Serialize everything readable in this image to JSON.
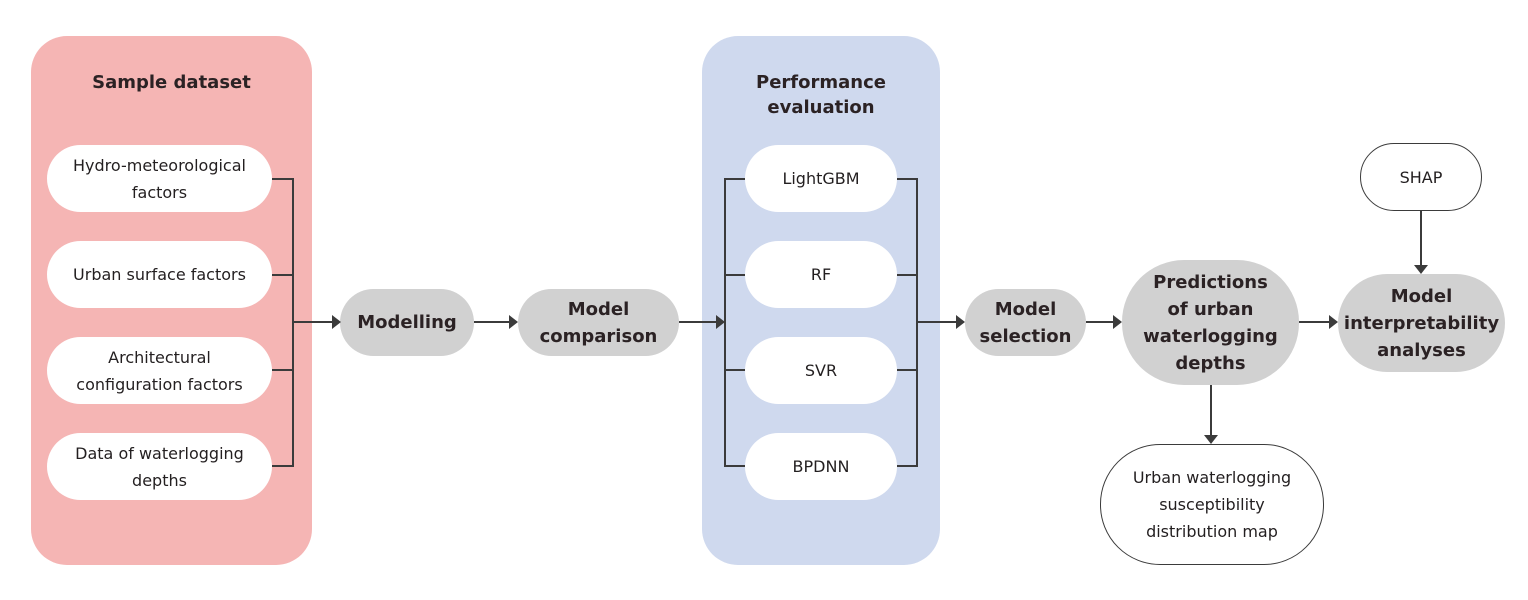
{
  "sample_dataset": {
    "title": "Sample dataset",
    "items": [
      {
        "line1": "Hydro-meteorological",
        "line2": "factors"
      },
      {
        "line1": "Urban surface factors",
        "line2": ""
      },
      {
        "line1": "Architectural",
        "line2": "configuration factors"
      },
      {
        "line1": "Data of waterlogging",
        "line2": "depths"
      }
    ]
  },
  "modelling": {
    "label": "Modelling"
  },
  "model_comparison": {
    "line1": "Model",
    "line2": "comparison"
  },
  "performance_evaluation": {
    "title_line1": "Performance",
    "title_line2": "evaluation",
    "models": [
      "LightGBM",
      "RF",
      "SVR",
      "BPDNN"
    ]
  },
  "model_selection": {
    "line1": "Model",
    "line2": "selection"
  },
  "predictions": {
    "line1": "Predictions",
    "line2": "of urban",
    "line3": "waterlogging",
    "line4": "depths"
  },
  "shap": {
    "label": "SHAP"
  },
  "interpretability": {
    "line1": "Model",
    "line2": "interpretability",
    "line3": "analyses"
  },
  "susceptibility_map": {
    "line1": "Urban waterlogging",
    "line2": "susceptibility",
    "line3": "distribution map"
  },
  "colors": {
    "sample_panel": "#f5b5b4",
    "evaluation_panel": "#cfd9ee",
    "process_node": "#d1d1d1",
    "connector": "#3b3b3b"
  }
}
